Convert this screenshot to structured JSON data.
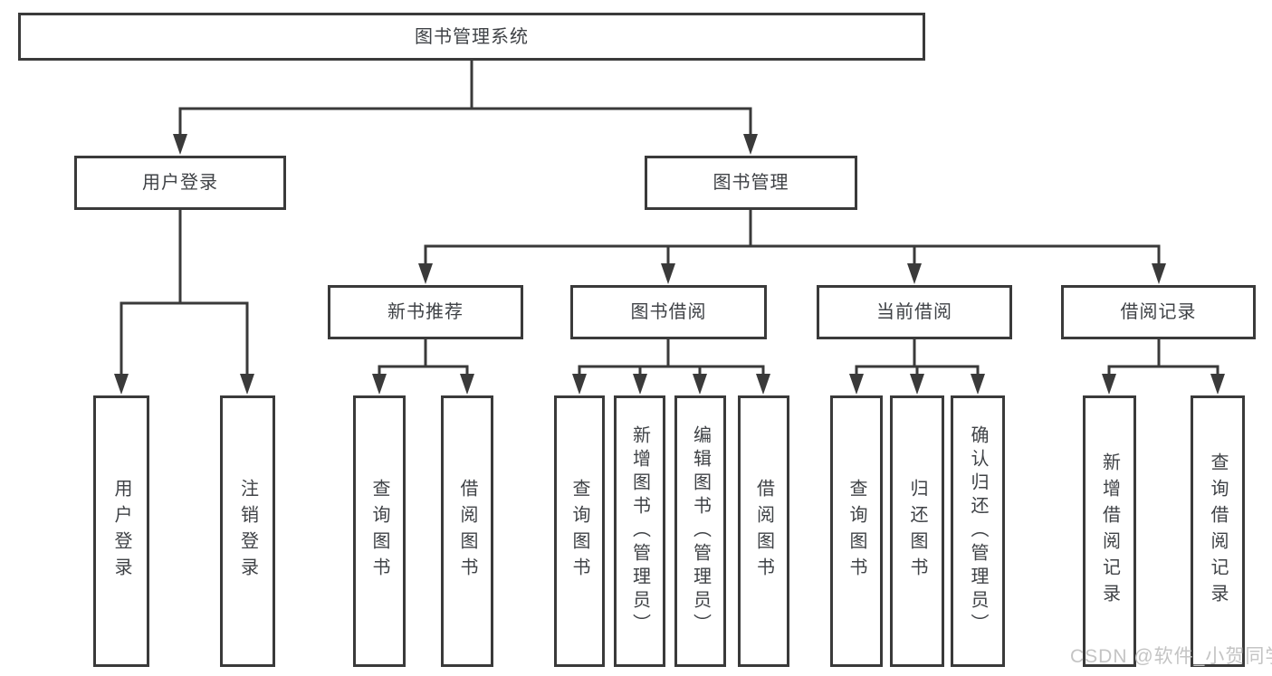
{
  "diagram_type": "tree-flowchart",
  "tree": {
    "root": "图书管理系统",
    "children": [
      {
        "label": "用户登录",
        "children": [
          "用户登录",
          "注销登录"
        ]
      },
      {
        "label": "图书管理",
        "children": [
          {
            "label": "新书推荐",
            "children": [
              "查询图书",
              "借阅图书"
            ]
          },
          {
            "label": "图书借阅",
            "children": [
              "查询图书",
              "新增图书（管理员）",
              "编辑图书（管理员）",
              "借阅图书"
            ]
          },
          {
            "label": "当前借阅",
            "children": [
              "查询图书",
              "归还图书",
              "确认归还（管理员）"
            ]
          },
          {
            "label": "借阅记录",
            "children": [
              "新增借阅记录",
              "查询借阅记录"
            ]
          }
        ]
      }
    ]
  },
  "watermark": {
    "text": "CSDN @软件_小贺同学"
  },
  "colors": {
    "line": "#3a3a3a",
    "text": "#3f4246",
    "background": "#ffffff",
    "watermark": "#c4c4c4"
  }
}
